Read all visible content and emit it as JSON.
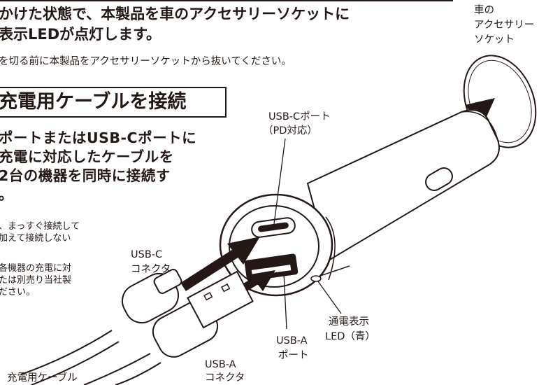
{
  "text": {
    "line1": "かけた状態で、本製品を車のアクセサリーソケットに",
    "line2": "表示LEDが点灯します。",
    "note": "を切る前に本製品をアクセサリーソケットから抜いてください。",
    "heading": "充電用ケーブルを接続",
    "body1": "ポートまたはUSB-Cポートに",
    "body2": "充電に対応したケーブルを",
    "body3": "2台の機器を同時に接続す",
    "body4": "。",
    "small1": "、まっすぐ接続して",
    "small2": "加えて接続しない",
    "small3": "各機器の充電に対",
    "small4": "たは別売り当社製",
    "small5": "ださい。"
  },
  "labels": {
    "socket": [
      "車の",
      "アクセサリー",
      "ソケット"
    ],
    "usbc_port": [
      "USB-Cポート",
      "（PD対応）"
    ],
    "usbc_connector": [
      "USB-C",
      "コネクタ"
    ],
    "led": [
      "通電表示",
      "LED（青）"
    ],
    "usba_port": [
      "USB-A",
      "ポート"
    ],
    "usba_connector": [
      "USB-A",
      "コネクタ"
    ],
    "cable": "充電用ケーブル"
  },
  "colors": {
    "ink": "#231815",
    "paper": "#ffffff"
  }
}
